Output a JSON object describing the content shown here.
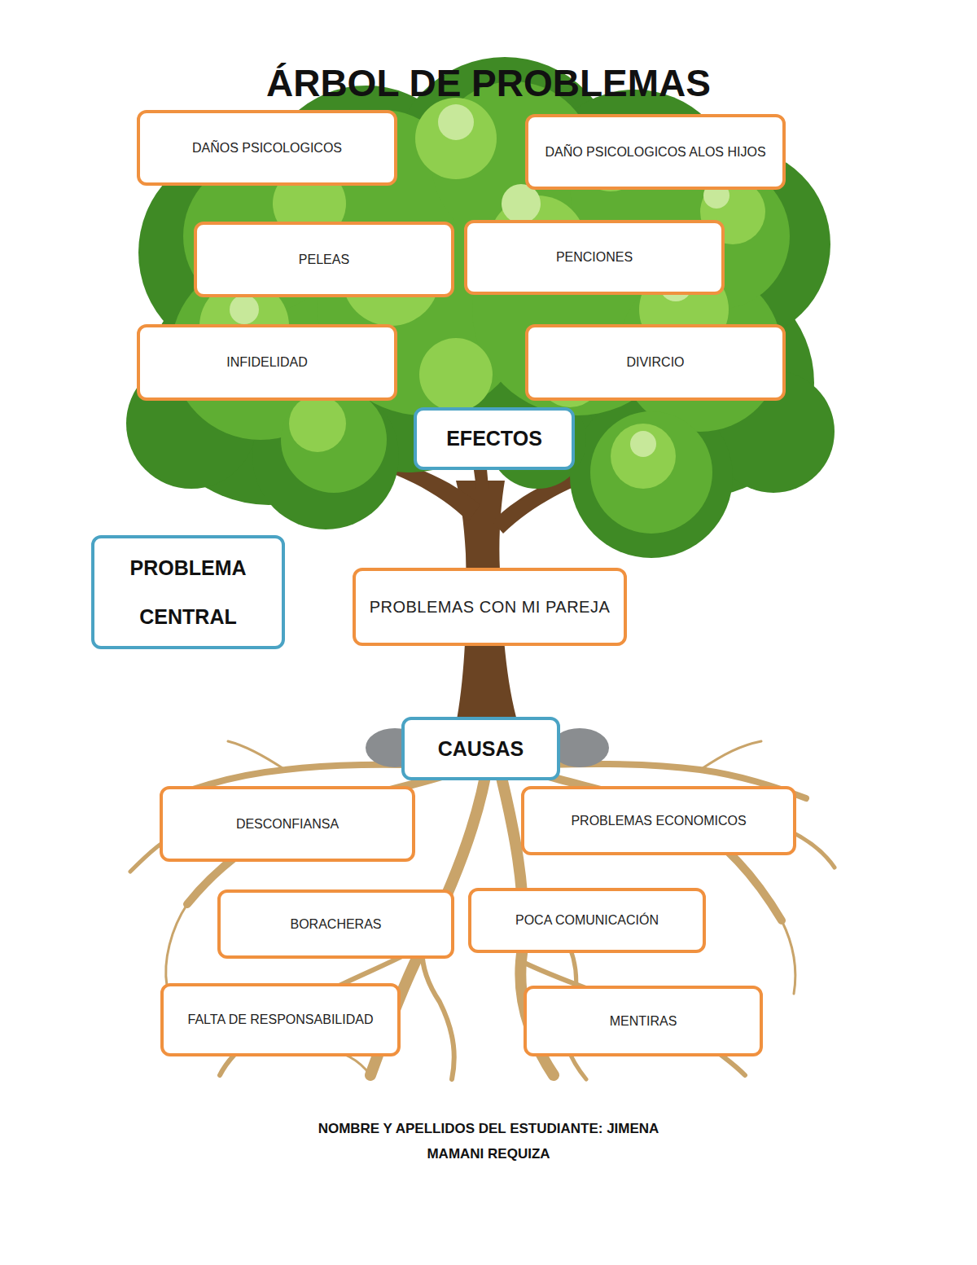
{
  "diagram": {
    "title": "ÁRBOL DE PROBLEMAS",
    "nodes": [
      {
        "text": [
          "DAÑOS PSICOLOGICOS"
        ]
      },
      {
        "text": [
          "DAÑO PSICOLOGICOS ALOS HIJOS"
        ]
      },
      {
        "text": [
          "PELEAS"
        ]
      },
      {
        "text": [
          "PENCIONES"
        ]
      },
      {
        "text": [
          "INFIDELIDAD"
        ]
      },
      {
        "text": [
          "DIVIRCIO"
        ]
      },
      {
        "text": [
          "EFECTOS"
        ]
      },
      {
        "text": [
          "PROBLEMA CENTRAL"
        ]
      },
      {
        "text": [
          "PROBLEMAS CON MI PAREJA"
        ]
      },
      {
        "text": [
          "CAUSAS"
        ]
      },
      {
        "text": [
          "DESCONFIANSA"
        ]
      },
      {
        "text": [
          "PROBLEMAS ECONOMICOS"
        ]
      },
      {
        "text": [
          "BORACHERAS"
        ]
      },
      {
        "text": [
          "POCA COMUNICACIÓN"
        ]
      },
      {
        "text": [
          "FALTA DE RESPONSABILIDAD"
        ]
      },
      {
        "text": [
          "MENTIRAS"
        ]
      }
    ],
    "labels": [
      "NOMBRE Y APELLIDOS DEL ESTUDIANTE: JIMENA MAMANI REQUIZA"
    ]
  }
}
